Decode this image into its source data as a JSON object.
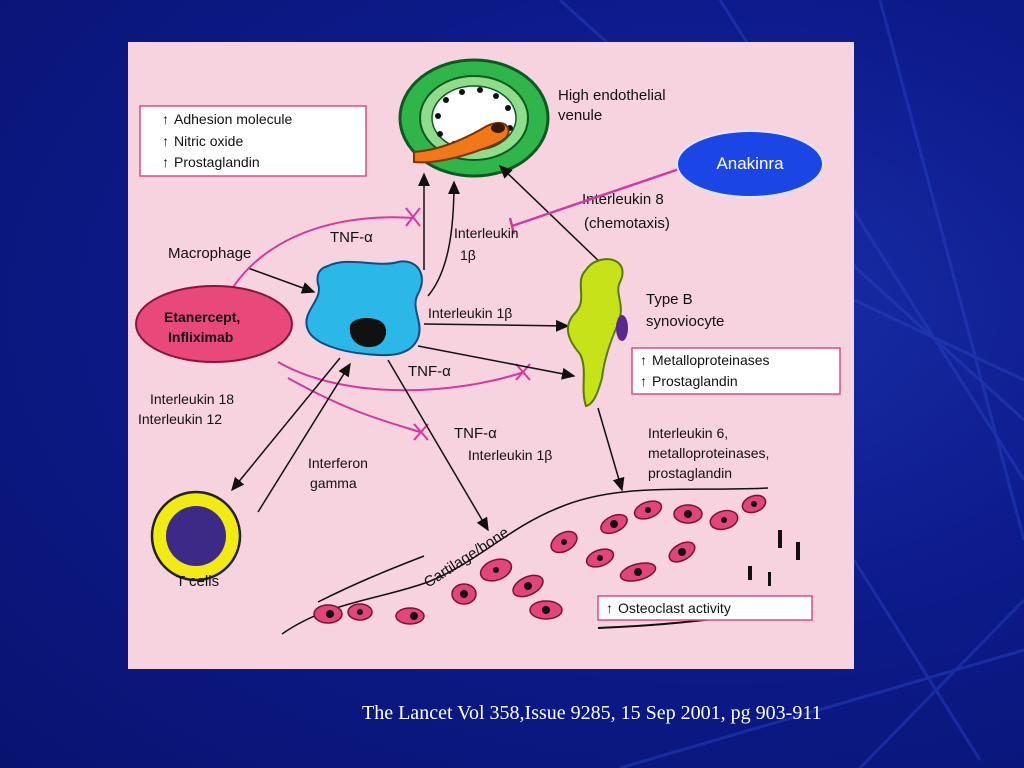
{
  "diagram": {
    "inset_top": [
      "Adhesion molecule",
      "Nitric oxide",
      "Prostaglandin"
    ],
    "venule_label": [
      "High endothelial",
      "venule"
    ],
    "il8_label": [
      "Interleukin 8",
      "(chemotaxis)"
    ],
    "macrophage_label": "Macrophage",
    "tnf_top": "TNF-α",
    "il1b_top": [
      "Interleukin",
      "1β"
    ],
    "il1b_mid": "Interleukin 1β",
    "drug_left": [
      "Etanercept,",
      "Infliximab"
    ],
    "synoviocyte_label": [
      "Type B",
      "synoviocyte"
    ],
    "inset_right": [
      "Metalloproteinases",
      "Prostaglandin"
    ],
    "tnf_mid": "TNF-α",
    "il18_il12": [
      "Interleukin 18",
      "Interleukin 12"
    ],
    "tnf_low": "TNF-α",
    "il1b_low": "Interleukin 1β",
    "ifn_label": [
      "Interferon",
      "gamma"
    ],
    "il6_label": [
      "Interleukin 6,",
      "metalloproteinases,",
      "prostaglandin"
    ],
    "cartilage_label": "Cartilage/bone",
    "tcells_label": "T cells",
    "osteoclast_label": "Osteoclast activity",
    "anakinra_label": "Anakinra"
  },
  "colors": {
    "panel": "#f7d3df",
    "venule": "#2fb54a",
    "macrophage": "#2bb8e8",
    "synoviocyte": "#c8e21a",
    "drug_ellipse": "#e8497a",
    "inhibitor_line": "#d23aa0",
    "tcell_ring": "#f2ea14",
    "tcell_core": "#3c2a86",
    "anakinra": "#1c45e6",
    "osteoclast": "#e2457a"
  },
  "citation": "The Lancet  Vol 358,Issue 9285, 15 Sep 2001, pg 903-911"
}
